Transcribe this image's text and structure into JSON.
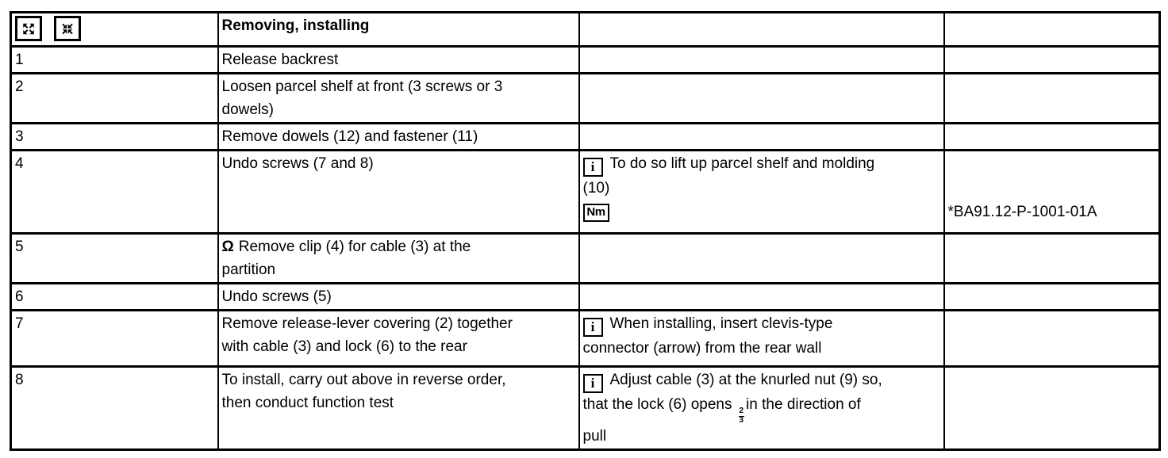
{
  "header": {
    "title": "Removing, installing",
    "expand_icon": "expand-all",
    "collapse_icon": "collapse-all"
  },
  "icons": {
    "info_glyph": "i",
    "nm_glyph": "Nm"
  },
  "colors": {
    "border": "#000000",
    "background": "#ffffff",
    "text": "#000000"
  },
  "rows": [
    {
      "num": "1",
      "inst_lines": [
        "Release backrest"
      ]
    },
    {
      "num": "2",
      "inst_lines": [
        "Loosen parcel shelf at front (3 screws or 3",
        "dowels)"
      ]
    },
    {
      "num": "3",
      "inst_lines": [
        "Remove dowels (12) and fastener (11)"
      ]
    },
    {
      "num": "4",
      "inst_lines": [
        "Undo screws (7 and 8)"
      ],
      "note_lines": [
        "To do so lift up parcel shelf and molding",
        "(10)"
      ],
      "has_nm_icon": true,
      "ref": "*BA91.12-P-1001-01A"
    },
    {
      "num": "5",
      "symbol": "Ω",
      "inst_lines": [
        "Remove clip (4) for cable (3) at the",
        "partition"
      ]
    },
    {
      "num": "6",
      "inst_lines": [
        "Undo screws (5)"
      ]
    },
    {
      "num": "7",
      "inst_lines": [
        "Remove release-lever covering (2) together",
        "with cable (3) and lock (6) to the rear"
      ],
      "note_lines": [
        "When installing, insert clevis-type",
        "connector (arrow) from the rear wall"
      ]
    },
    {
      "num": "8",
      "inst_lines": [
        "To install, carry out above in reverse order,",
        "then conduct function test"
      ],
      "note_lines": [
        "Adjust cable (3) at the knurled nut (9) so,",
        "that the lock (6) opens",
        "in the direction of",
        "pull"
      ],
      "fraction": {
        "num": "2",
        "den": "3"
      }
    }
  ]
}
